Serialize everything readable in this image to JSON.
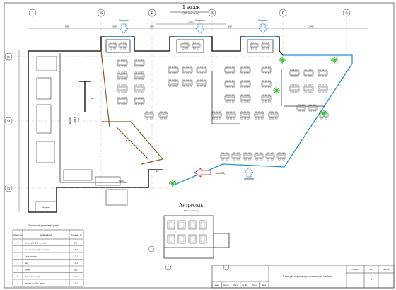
{
  "drawing": {
    "floor_title": "1 этаж",
    "floor_subtitle": "(165 пос. мест)",
    "mezzanine_title": "Антресоль",
    "mezzanine_subtitle": "(20 пос. мест)",
    "exit_label": "ВЫХОД",
    "vent_label": "Витрина"
  },
  "grid": {
    "columns": [
      "Ж",
      "Е",
      "Д",
      "Г",
      "В"
    ],
    "rows": [
      "15",
      "14",
      "13"
    ],
    "dimensions": [
      "8950",
      "3500",
      "8400",
      "3650",
      "16400",
      "20390"
    ]
  },
  "rooms": {
    "hall": "Холл",
    "hall_area": "90 м²",
    "bar": "Бар",
    "tambour": "Тамбур",
    "kitchen": "Кухня",
    "wardrobe": "Гардероб",
    "bar_vertical": "Бар",
    "vip": "Вип"
  },
  "explication": {
    "title": "Экспликация помещений",
    "headers": [
      "Номер пом.",
      "Наименование",
      "Площадь, м²"
    ],
    "rows": [
      [
        "1",
        "Зал общий (132 п. места)",
        "294.0"
      ],
      [
        "2",
        "Банкетный зал (33 п. места)",
        "88.0"
      ],
      [
        "3",
        "Холл-коридор",
        "17.5"
      ],
      [
        "4",
        "Бар",
        "15.0"
      ],
      [
        "5",
        "Кухня",
        "185.0"
      ],
      [
        "6",
        "Туалет (на кухне)",
        "12.0"
      ],
      [
        "7",
        "Антресоль (20 п. места)",
        "36.0"
      ]
    ]
  },
  "title_block": {
    "title": "План ресторана с расстановкой мебели",
    "stage_label": "Стадия",
    "sheet_label": "Лист",
    "sheets_label": "Листов",
    "sheet_no": "1",
    "footer_cells": [
      "Изм.",
      "Кол.уч",
      "Лист",
      "№ Док.",
      "Подп.",
      "Дата"
    ]
  },
  "colors": {
    "wall": "#2a2a2a",
    "facade_glass": "#2a8fd1",
    "arrow_blue": "#3a8fe0",
    "exit_arrow": "#d42020",
    "tree_green": "#38c038",
    "wood": "#8b5a2b"
  }
}
